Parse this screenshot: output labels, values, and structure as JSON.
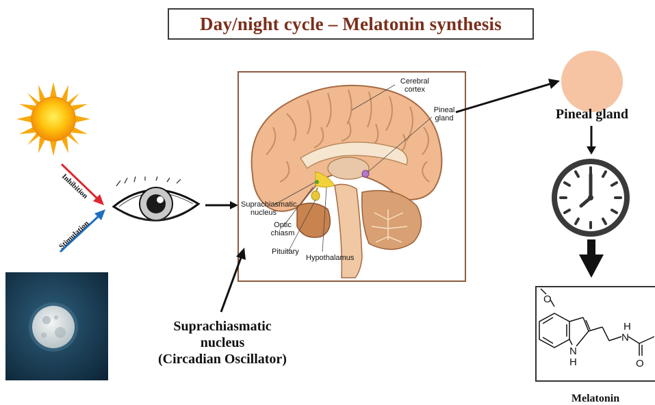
{
  "title": "Day/night cycle – Melatonin synthesis",
  "left": {
    "inhibition": "Inhibition",
    "stimulation": "Stimulation"
  },
  "brain": {
    "labels": {
      "cortex": "Cerebral cortex",
      "pineal": "Pineal gland",
      "scn": "Suprachiasmatic nucleus",
      "optic": "Optic chiasm",
      "pituitary": "Pituitary",
      "hypothalamus": "Hypothalamus"
    }
  },
  "scn_caption": {
    "line1": "Suprachiasmatic",
    "line2": "nucleus",
    "line3": "(Circadian Oscillator)"
  },
  "pineal_label": "Pineal gland",
  "melatonin_label": "Melatonin",
  "molecule": {
    "atom_h1": "H",
    "atom_n1": "N",
    "atom_o1": "O",
    "atom_h2": "H",
    "atom_n2": "N",
    "atom_o2": "O"
  },
  "colors": {
    "title": "#7b2e1a",
    "inhibition_arrow": "#e0262f",
    "stimulation_arrow": "#1e6fc0",
    "pineal": "#f6c4a3"
  }
}
